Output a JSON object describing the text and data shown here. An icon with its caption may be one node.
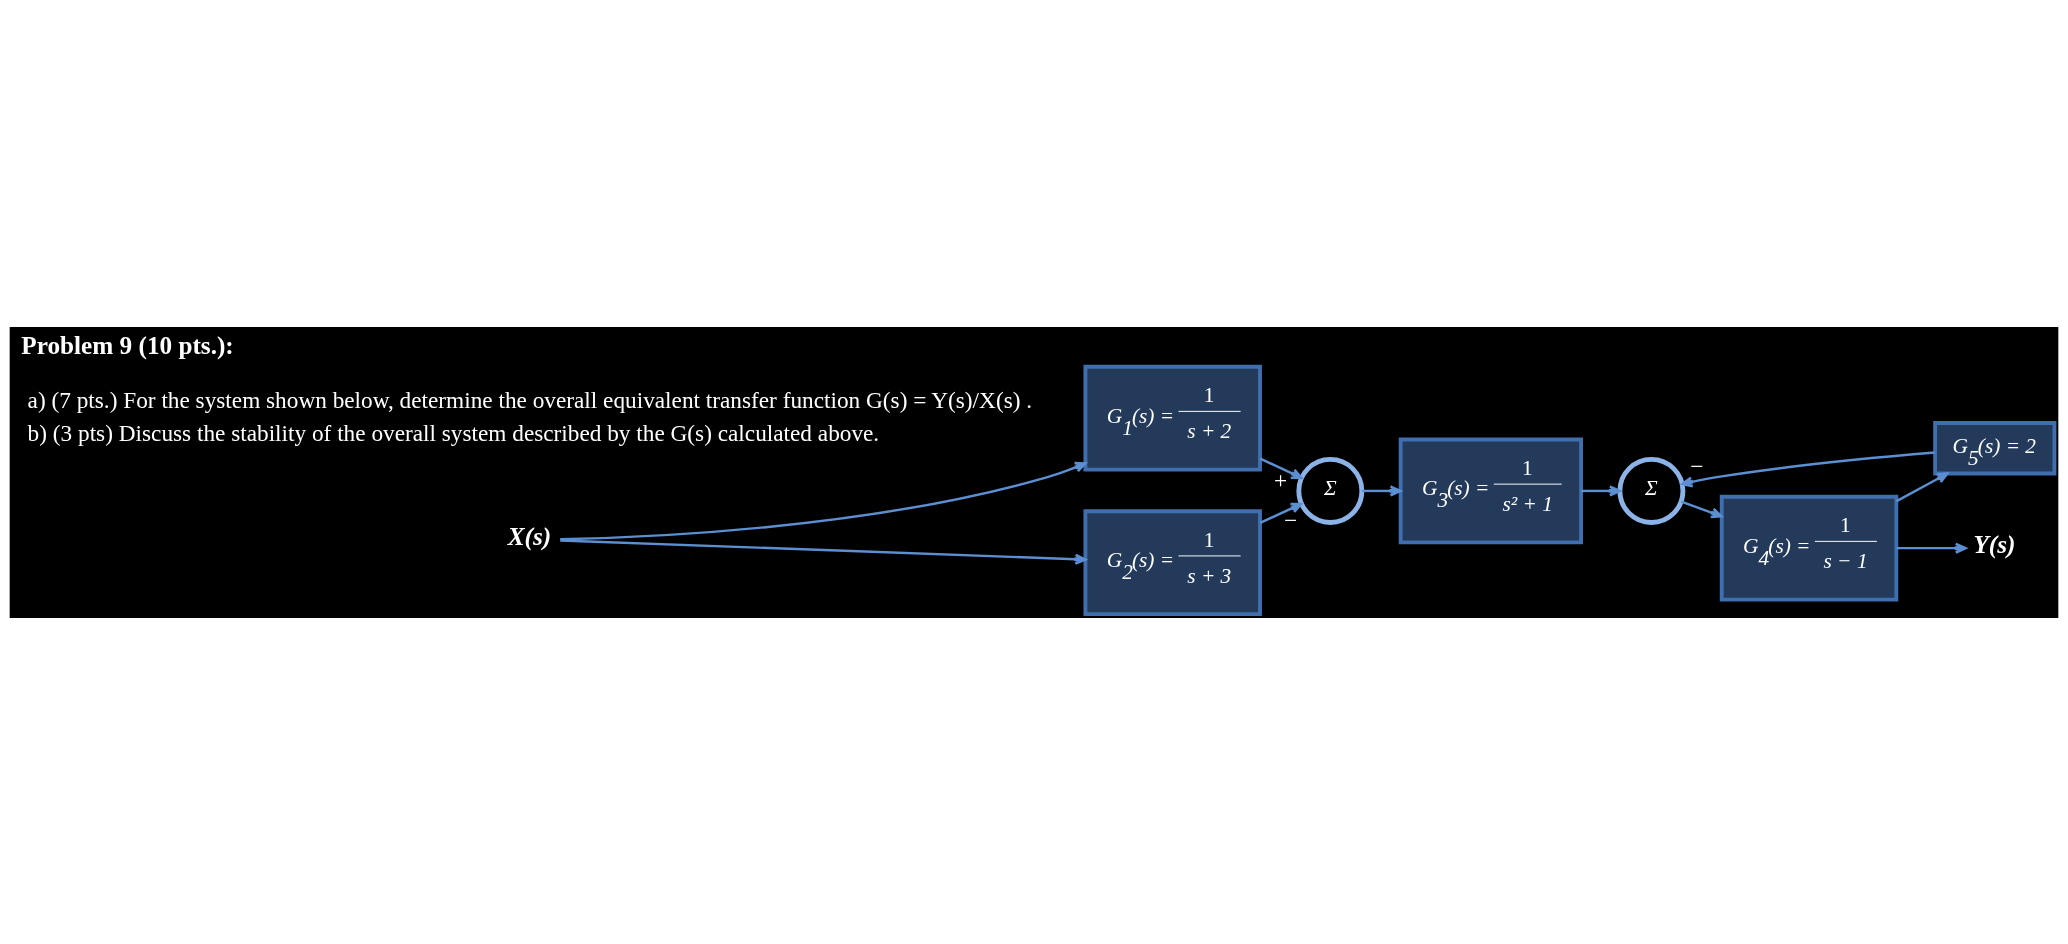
{
  "diagram": {
    "title": "Problem 9 (10 pts.):",
    "nodes": [
      {
        "text": [
          "X(s)"
        ]
      },
      {
        "text": [
          "G$_{1}$(s) =",
          "1",
          "s + 2"
        ]
      },
      {
        "text": [
          "G$_{2}$(s) =",
          "1",
          "s + 3"
        ]
      },
      {
        "text": [
          "Σ"
        ]
      },
      {
        "text": [
          "G$_{3}$(s) =",
          "1",
          "s² + 1"
        ]
      },
      {
        "text": [
          "Σ"
        ]
      },
      {
        "text": [
          "G$_{4}$(s) =",
          "1",
          "s − 1"
        ]
      },
      {
        "text": [
          "G$_{5}$(s) = 2"
        ]
      },
      {
        "text": [
          "Y(s)"
        ]
      }
    ],
    "edges": [
      {
        "from": 0,
        "to": 1,
        "arrow": "to"
      },
      {
        "from": 0,
        "to": 2,
        "arrow": "to"
      },
      {
        "from": 1,
        "to": 3,
        "arrow": "to",
        "label": "+"
      },
      {
        "from": 2,
        "to": 3,
        "arrow": "to",
        "label": "−"
      },
      {
        "from": 3,
        "to": 4,
        "arrow": "to"
      },
      {
        "from": 4,
        "to": 5,
        "arrow": "to"
      },
      {
        "from": 5,
        "to": 6,
        "arrow": "to"
      },
      {
        "from": 6,
        "to": 8,
        "arrow": "to"
      },
      {
        "from": 6,
        "to": 7,
        "arrow": "to"
      },
      {
        "from": 7,
        "to": 5,
        "arrow": "to",
        "label": "−"
      }
    ],
    "labels": [
      "a) (7 pts.) For the system shown below, determine the overall equivalent transfer function G(s) = Y(s)/X(s) .",
      "b) (3 pts) Discuss the stability of the overall system described by the G(s) calculated above."
    ]
  }
}
